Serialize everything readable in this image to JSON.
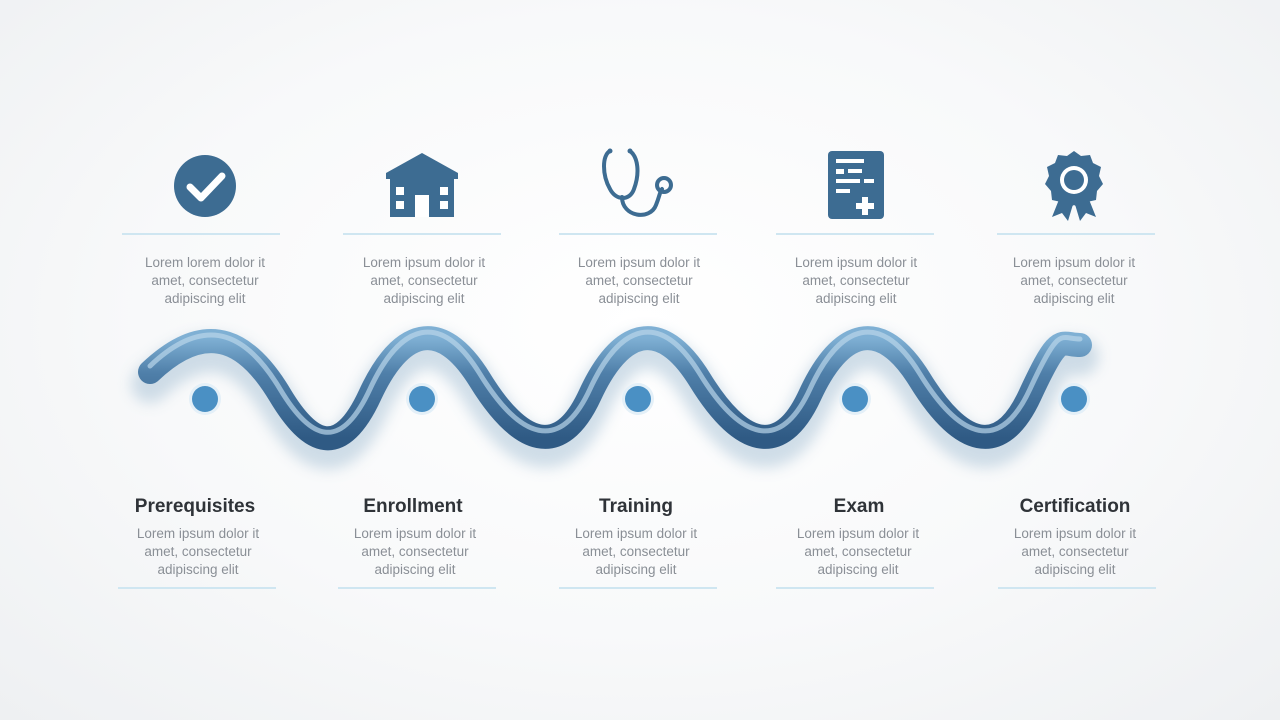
{
  "steps": [
    {
      "icon": "checkmark-circle-icon",
      "top_text": "Lorem lorem dolor it\namet, consectetur\nadipiscing elit",
      "title": "Prerequisites",
      "bottom_text": "Lorem ipsum dolor it\namet, consectetur\nadipiscing elit"
    },
    {
      "icon": "building-icon",
      "top_text": "Lorem ipsum dolor it\namet, consectetur\nadipiscing elit",
      "title": "Enrollment",
      "bottom_text": "Lorem ipsum dolor it\namet, consectetur\nadipiscing elit"
    },
    {
      "icon": "stethoscope-icon",
      "top_text": "Lorem ipsum dolor it\namet, consectetur\nadipiscing elit",
      "title": "Training",
      "bottom_text": "Lorem ipsum dolor it\namet, consectetur\nadipiscing elit"
    },
    {
      "icon": "medical-document-icon",
      "top_text": "Lorem ipsum dolor it\namet, consectetur\nadipiscing elit",
      "title": "Exam",
      "bottom_text": "Lorem ipsum dolor it\namet, consectetur\nadipiscing elit"
    },
    {
      "icon": "award-ribbon-icon",
      "top_text": "Lorem ipsum dolor it\namet, consectetur\nadipiscing elit",
      "title": "Certification",
      "bottom_text": "Lorem ipsum dolor it\namet, consectetur\nadipiscing elit"
    }
  ],
  "colors": {
    "primary": "#3d6c92",
    "dot": "#4a90c4",
    "rule": "#cfe6f1",
    "title": "#2f3338",
    "body_text": "#8a8f96"
  }
}
